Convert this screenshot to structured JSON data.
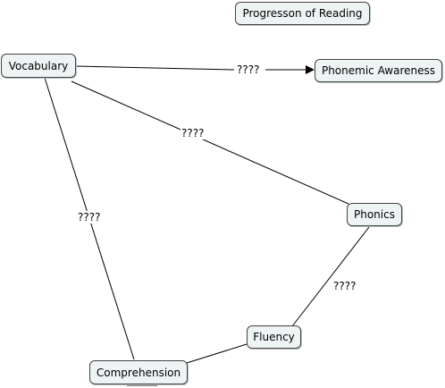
{
  "title": "Progresson of Reading",
  "concepts": {
    "vocabulary": "Vocabulary",
    "phonemic_awareness": "Phonemic Awareness",
    "phonics": "Phonics",
    "fluency": "Fluency",
    "comprehension": "Comprehension"
  },
  "link_phrases": {
    "vocabulary_to_phonemic": "????",
    "vocabulary_to_phonics": "????",
    "vocabulary_to_comprehension": "????",
    "phonics_to_fluency": "????"
  },
  "colors": {
    "node_fill": "#eef3f4",
    "node_border": "#444444",
    "line": "#000000"
  }
}
